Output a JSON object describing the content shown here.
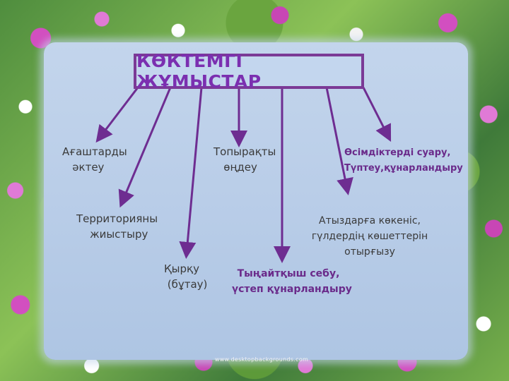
{
  "title": "КӨКТЕМГІ ЖҰМЫСТАР",
  "colors": {
    "arrow": "#6e2d91",
    "title_text": "#7b2fb0",
    "title_border": "#7b3a96",
    "bold_text": "#6a2a8a"
  },
  "nodes": [
    {
      "id": "agashtardy",
      "lines": [
        "Ағаштарды",
        "   әктеу"
      ]
    },
    {
      "id": "territoriya",
      "lines": [
        "Территорияны",
        "    жиыстыру"
      ]
    },
    {
      "id": "kyrku",
      "lines": [
        "Қырқу",
        " (бұтау)"
      ]
    },
    {
      "id": "topyrakty",
      "lines": [
        "Топырақты",
        "   өңдеу"
      ]
    },
    {
      "id": "tynaitkysh",
      "lines": [
        "Тыңайтқыш себу,",
        "үстеп құнарландыру"
      ]
    },
    {
      "id": "atyzdarga",
      "lines": [
        "Атыздарға көкеніс,",
        "гүлдердің көшеттерін",
        "отырғызу"
      ]
    },
    {
      "id": "osimdikterdi",
      "lines": [
        "Өсімдіктерді суару,",
        "Түптеу,құнарландыру"
      ]
    }
  ],
  "watermark": "www.desktopbackgrounds.com"
}
